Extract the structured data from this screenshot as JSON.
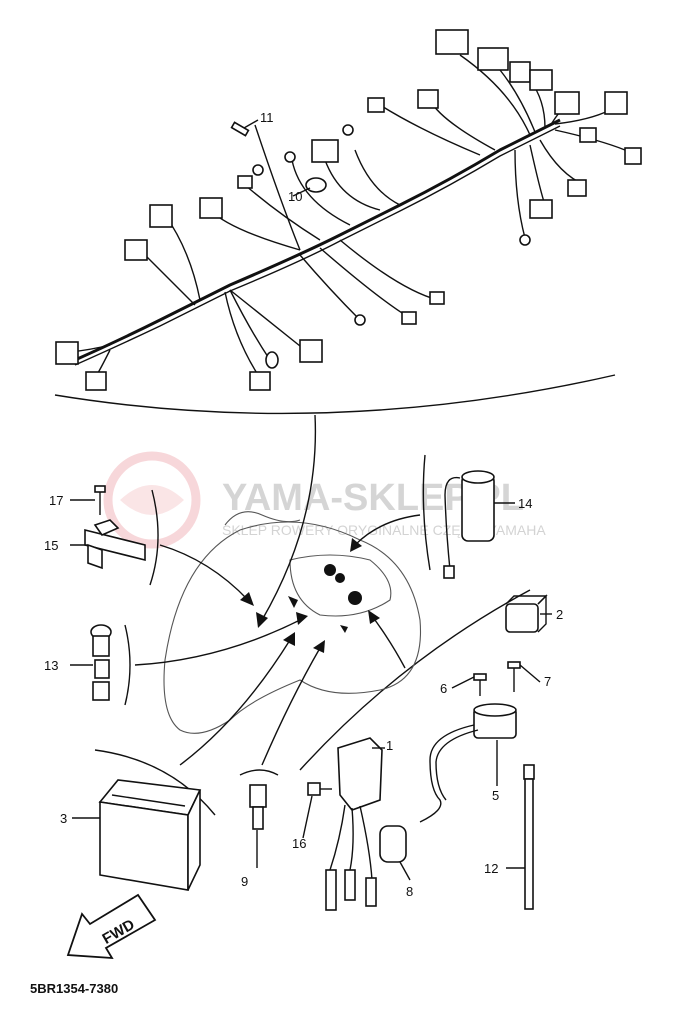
{
  "watermark": {
    "brand": "YAMA-SKLEP.PL",
    "tagline": "SKLEP ROWERY ORYGINALNE CZĘŚCI YAMAHA"
  },
  "diagram_code": "5BR1354-7380",
  "forward_arrow": "FWD",
  "callouts": [
    {
      "id": "c1",
      "text": "1"
    },
    {
      "id": "c2",
      "text": "2"
    },
    {
      "id": "c3",
      "text": "3"
    },
    {
      "id": "c5",
      "text": "5"
    },
    {
      "id": "c6",
      "text": "6"
    },
    {
      "id": "c7",
      "text": "7"
    },
    {
      "id": "c8",
      "text": "8"
    },
    {
      "id": "c9",
      "text": "9"
    },
    {
      "id": "c10",
      "text": "10"
    },
    {
      "id": "c11",
      "text": "11"
    },
    {
      "id": "c12",
      "text": "12"
    },
    {
      "id": "c13",
      "text": "13"
    },
    {
      "id": "c14",
      "text": "14"
    },
    {
      "id": "c15",
      "text": "15"
    },
    {
      "id": "c16",
      "text": "16"
    },
    {
      "id": "c17",
      "text": "17"
    }
  ]
}
